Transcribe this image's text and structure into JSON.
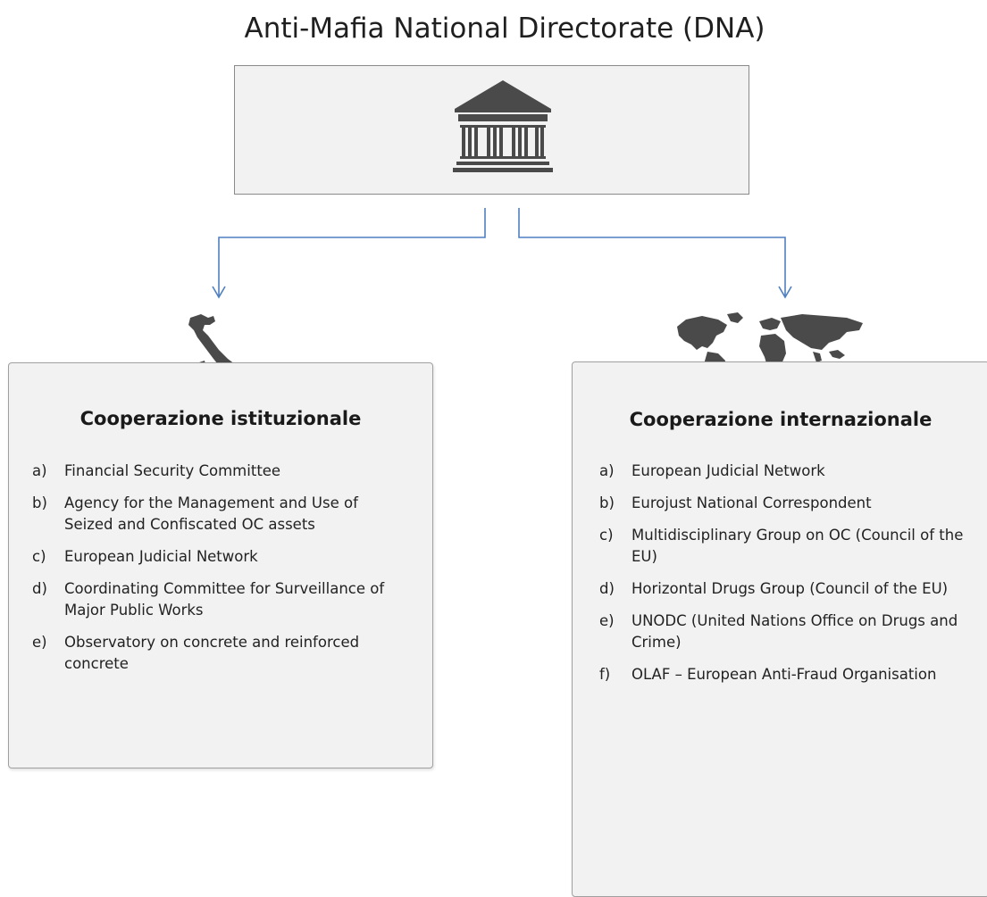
{
  "title": "Anti-Mafia National Directorate (DNA)",
  "icons": {
    "top": "courthouse-icon",
    "left": "italy-map-icon",
    "right": "world-map-icon"
  },
  "colors": {
    "connector": "#4f7fc0",
    "box_fill": "#f2f2f2",
    "icon_fill": "#4a4a4a"
  },
  "left_panel": {
    "title": "Cooperazione istituzionale",
    "items": [
      {
        "marker": "a)",
        "text": "Financial Security Committee"
      },
      {
        "marker": "b)",
        "text": "Agency for the Management and Use of Seized and Confiscated OC assets"
      },
      {
        "marker": "c)",
        "text": "European Judicial Network"
      },
      {
        "marker": "d)",
        "text": "Coordinating Committee for Surveillance of Major Public Works"
      },
      {
        "marker": "e)",
        "text": "Observatory on concrete and reinforced concrete"
      }
    ]
  },
  "right_panel": {
    "title": "Cooperazione internazionale",
    "items": [
      {
        "marker": "a)",
        "text": "European Judicial Network"
      },
      {
        "marker": "b)",
        "text": "Eurojust National Correspondent"
      },
      {
        "marker": "c)",
        "text": "Multidisciplinary Group on OC (Council of the EU)"
      },
      {
        "marker": "d)",
        "text": "Horizontal Drugs Group (Council of the EU)"
      },
      {
        "marker": "e)",
        "text": "UNODC (United Nations Office on Drugs and Crime)"
      },
      {
        "marker": "f)",
        "text": "OLAF – European Anti-Fraud Organisation"
      }
    ]
  }
}
